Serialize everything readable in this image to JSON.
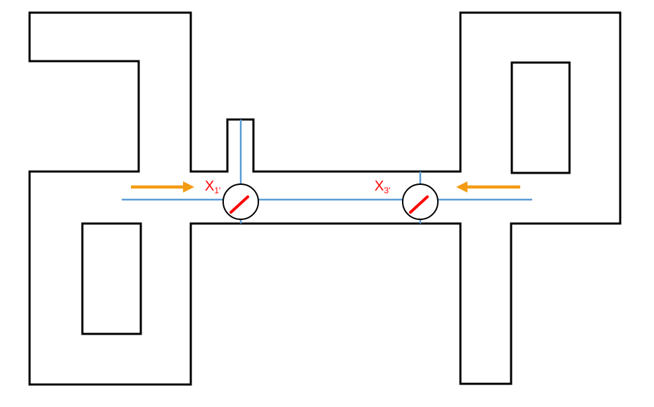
{
  "colors": {
    "wall": "#000000",
    "axis": "#5b9bd5",
    "arrow": "#f39c12",
    "needle": "#ff0000",
    "label": "#ff0000"
  },
  "diagram": {
    "arrows": [
      {
        "id": "arrow-left",
        "direction": "right"
      },
      {
        "id": "arrow-right",
        "direction": "left"
      }
    ],
    "nodes": [
      {
        "id": "node-x1",
        "label_main": "X",
        "label_sub": "1′"
      },
      {
        "id": "node-x3",
        "label_main": "X",
        "label_sub": "3′"
      }
    ]
  }
}
